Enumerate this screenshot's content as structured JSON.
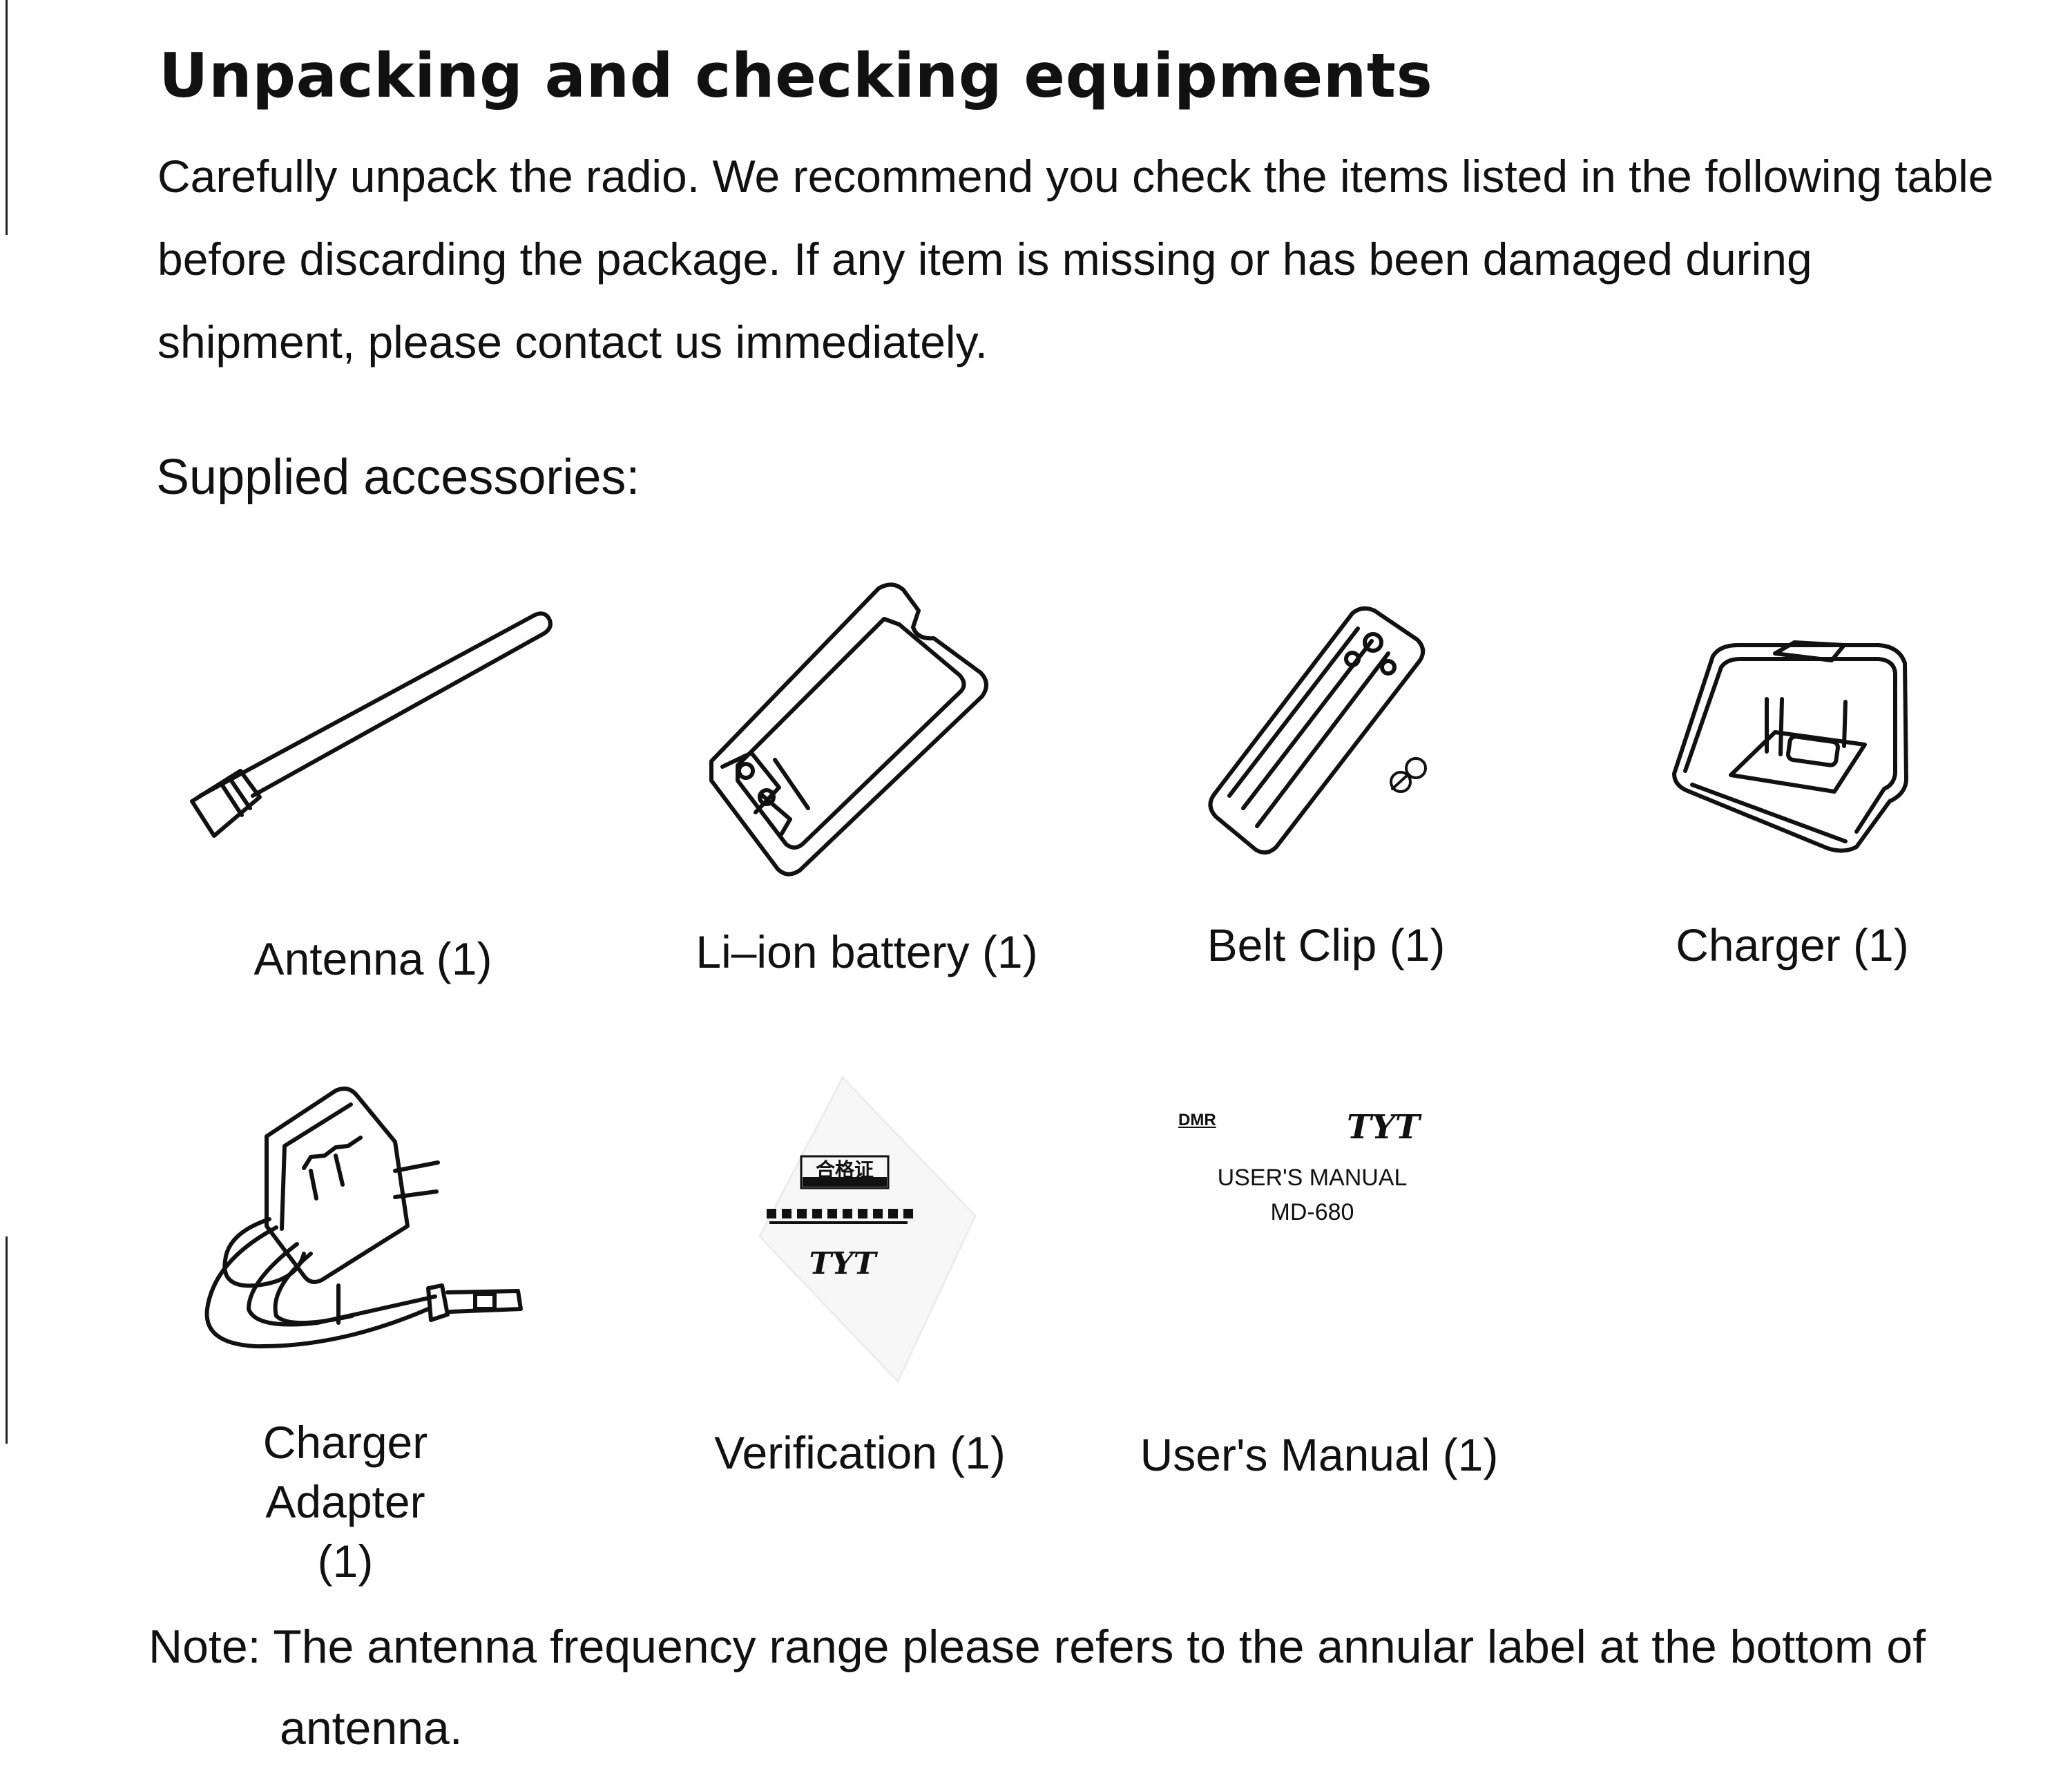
{
  "page": {
    "heading": "Unpacking and checking equipments",
    "intro": "Carefully unpack the radio. We recommend you check the items listed in the following table before discarding the package. If any item is missing or has been damaged during shipment, please contact us immediately.",
    "subheading": "Supplied accessories:"
  },
  "accessories": [
    {
      "label": "Antenna (1)",
      "icon": "antenna-icon"
    },
    {
      "label": "Li–ion battery (1)",
      "icon": "battery-icon"
    },
    {
      "label": "Belt Clip (1)",
      "icon": "belt-clip-icon"
    },
    {
      "label": "Charger (1)",
      "icon": "charger-icon"
    },
    {
      "label": "Charger Adapter (1)",
      "icon": "charger-adapter-icon"
    },
    {
      "label": "Verification (1)",
      "icon": "verification-card-icon"
    },
    {
      "label": "User's Manual (1)",
      "icon": "manual-icon"
    }
  ],
  "manual_cover": {
    "brand": "TYT",
    "badge": "DMR",
    "title": "USER'S MANUAL",
    "model": "MD-680"
  },
  "verification_card": {
    "brand": "TYT",
    "stamp": "合格证"
  },
  "note": {
    "line1": "Note: The antenna frequency range please refers to the annular label at the bottom of",
    "line2": "antenna."
  }
}
